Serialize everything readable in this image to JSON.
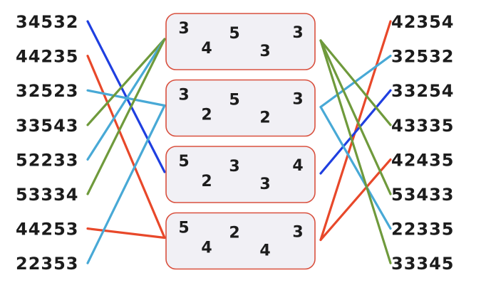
{
  "colors": {
    "blue": "#1f3fe0",
    "red": "#e8482a",
    "green": "#6f9a3c",
    "cyan": "#48a9d6"
  },
  "left_labels": [
    "34532",
    "44235",
    "32523",
    "33543",
    "52233",
    "53334",
    "44253",
    "22353"
  ],
  "right_labels": [
    "42354",
    "32532",
    "33254",
    "43335",
    "42435",
    "53433",
    "22335",
    "33345"
  ],
  "boxes": [
    {
      "digits": [
        "3",
        "4",
        "5",
        "3",
        "3"
      ]
    },
    {
      "digits": [
        "3",
        "2",
        "5",
        "2",
        "3"
      ]
    },
    {
      "digits": [
        "5",
        "2",
        "3",
        "3",
        "4"
      ]
    },
    {
      "digits": [
        "5",
        "4",
        "2",
        "4",
        "3"
      ]
    }
  ],
  "left_links": [
    {
      "from": 0,
      "to_box": 2,
      "color": "blue"
    },
    {
      "from": 1,
      "to_box": 3,
      "color": "red"
    },
    {
      "from": 2,
      "to_box": 1,
      "color": "cyan"
    },
    {
      "from": 3,
      "to_box": 0,
      "color": "green"
    },
    {
      "from": 4,
      "to_box": 0,
      "color": "cyan"
    },
    {
      "from": 5,
      "to_box": 0,
      "color": "green"
    },
    {
      "from": 6,
      "to_box": 3,
      "color": "red"
    },
    {
      "from": 7,
      "to_box": 1,
      "color": "cyan"
    }
  ],
  "right_links": [
    {
      "from_box": 3,
      "to": 0,
      "color": "red"
    },
    {
      "from_box": 1,
      "to": 1,
      "color": "cyan"
    },
    {
      "from_box": 2,
      "to": 2,
      "color": "blue"
    },
    {
      "from_box": 0,
      "to": 3,
      "color": "green"
    },
    {
      "from_box": 3,
      "to": 4,
      "color": "red"
    },
    {
      "from_box": 0,
      "to": 5,
      "color": "green"
    },
    {
      "from_box": 1,
      "to": 6,
      "color": "cyan"
    },
    {
      "from_box": 0,
      "to": 7,
      "color": "green"
    }
  ]
}
